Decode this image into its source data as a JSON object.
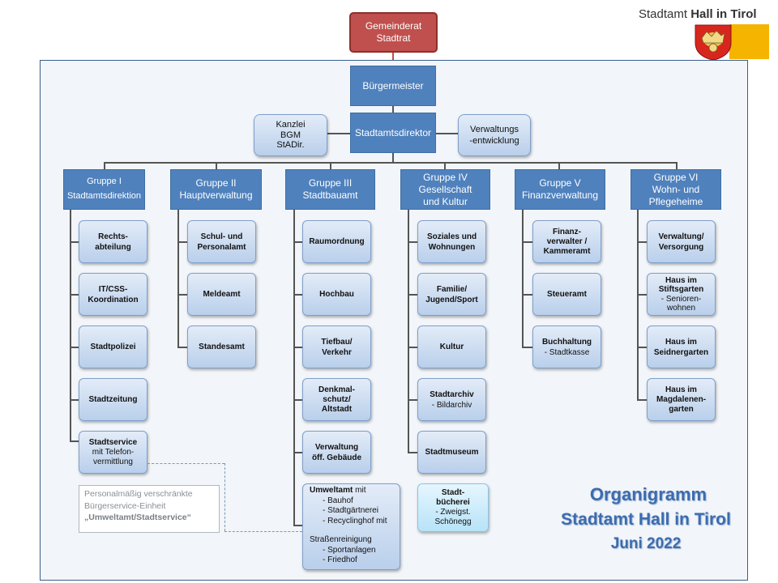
{
  "brand": {
    "prefix": "Stadtamt ",
    "name": "Hall in Tirol"
  },
  "top": {
    "line1": "Gemeinderat",
    "line2": "Stadtrat"
  },
  "mayor": "Bürgermeister",
  "director": "Stadtamtsdirektor",
  "kanzlei": [
    "Kanzlei",
    "BGM",
    "StADir."
  ],
  "verwaltung": [
    "Verwaltungs",
    "-entwicklung"
  ],
  "groups": [
    {
      "title": "Gruppe I",
      "sub": [
        "Stadtamtsdirektion"
      ],
      "items": [
        {
          "lines": [
            "Rechts-",
            "abteilung"
          ]
        },
        {
          "lines": [
            "IT/CSS-",
            "Koordination"
          ]
        },
        {
          "lines": [
            "Stadtpolizei"
          ]
        },
        {
          "lines": [
            "Stadtzeitung"
          ]
        },
        {
          "lines": [
            "Stadtservice"
          ],
          "sub": [
            "mit Telefon-",
            "vermittlung"
          ]
        }
      ]
    },
    {
      "title": "Gruppe II",
      "sub": [
        "Hauptverwaltung"
      ],
      "items": [
        {
          "lines": [
            "Schul- und",
            "Personalamt"
          ]
        },
        {
          "lines": [
            "Meldeamt"
          ]
        },
        {
          "lines": [
            "Standesamt"
          ]
        }
      ]
    },
    {
      "title": "Gruppe III",
      "sub": [
        "Stadtbauamt"
      ],
      "items": [
        {
          "lines": [
            "Raumordnung"
          ]
        },
        {
          "lines": [
            "Hochbau"
          ]
        },
        {
          "lines": [
            "Tiefbau/",
            "Verkehr"
          ]
        },
        {
          "lines": [
            "Denkmal-",
            "schutz/",
            "Altstadt"
          ]
        },
        {
          "lines": [
            "Verwaltung",
            "öff. Gebäude"
          ]
        }
      ]
    },
    {
      "title": "Gruppe IV",
      "sub": [
        "Gesellschaft",
        "und Kultur"
      ],
      "items": [
        {
          "lines": [
            "Soziales und",
            "Wohnungen"
          ]
        },
        {
          "lines": [
            "Familie/",
            "Jugend/Sport"
          ]
        },
        {
          "lines": [
            "Kultur"
          ]
        },
        {
          "lines": [
            "Stadtarchiv"
          ],
          "sub": [
            "- Bildarchiv"
          ]
        },
        {
          "lines": [
            "Stadtmuseum"
          ]
        }
      ]
    },
    {
      "title": "Gruppe V",
      "sub": [
        "Finanzverwaltung"
      ],
      "items": [
        {
          "lines": [
            "Finanz-",
            "verwalter /",
            "Kammeramt"
          ]
        },
        {
          "lines": [
            "Steueramt"
          ]
        },
        {
          "lines": [
            "Buchhaltung"
          ],
          "sub": [
            "- Stadtkasse"
          ]
        }
      ]
    },
    {
      "title": "Gruppe VI",
      "sub": [
        "Wohn- und",
        "Pflegeheime"
      ],
      "items": [
        {
          "lines": [
            "Verwaltung/",
            "Versorgung"
          ]
        },
        {
          "lines": [
            "Haus  im",
            "Stiftsgarten"
          ],
          "sub": [
            "- Senioren-",
            "wohnen"
          ]
        },
        {
          "lines": [
            "Haus im",
            "Seidnergarten"
          ]
        },
        {
          "lines": [
            "Haus im",
            "Magdalenen-",
            "garten"
          ]
        }
      ]
    }
  ],
  "umwelt": {
    "head": "Umweltamt",
    "head_suffix": " mit",
    "items": [
      "- Bauhof",
      "- Stadtgärtnerei",
      "- Recyclinghof mit"
    ],
    "extra": "Straßenreinigung",
    "extra_items": [
      "- Sportanlagen",
      "- Friedhof"
    ]
  },
  "buecherei": {
    "lines": [
      "Stadt-",
      "bücherei"
    ],
    "sub": [
      "- Zweigst.",
      "Schönegg"
    ]
  },
  "note": {
    "line1": "Personalmäßig verschränkte",
    "line2": "Bürgerservice-Einheit",
    "line3": "„Umweltamt/Stadtservice“"
  },
  "watermark": {
    "line1": "Organigramm",
    "line2": "Stadtamt Hall in Tirol",
    "line3": "Juni 2022"
  },
  "colors": {
    "header_blue": "#4f81bd",
    "top_red": "#c0504d",
    "brand_yellow": "#f5b400"
  }
}
